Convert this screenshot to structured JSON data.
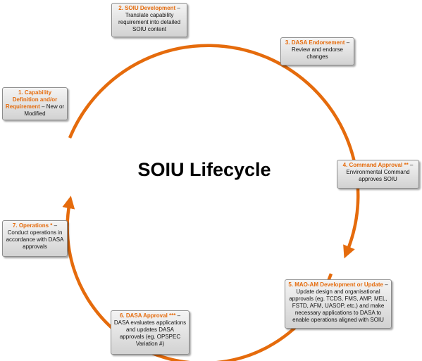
{
  "title": "SOIU Lifecycle",
  "accent_color": "#e56b0c",
  "steps": [
    {
      "heading": "1. Capability Definition and/or Requirement",
      "text": " – New or Modified"
    },
    {
      "heading": "2. SOIU Development",
      "text": " – Translate capability requirement into detailed SOIU content"
    },
    {
      "heading": "3. DASA Endorsement",
      "text": " – Review and endorse changes"
    },
    {
      "heading": "4. Command Approval **",
      "text": " – Environmental Command approves SOIU"
    },
    {
      "heading": "5. MAO-AM Development or Update",
      "text": " – Update design and organisational approvals (eg. TCDS, FMS, AMP, MEL, FSTD, AFM, UASOP, etc.) and make necessary applications to DASA to enable operations aligned with SOIU"
    },
    {
      "heading": "6. DASA Approval ***",
      "text": " – DASA evaluates applications and updates DASA approvals (eg. OPSPEC Variation #)"
    },
    {
      "heading": "7. Operations *",
      "text": " – Conduct operations in accordance with DASA approvals"
    }
  ]
}
